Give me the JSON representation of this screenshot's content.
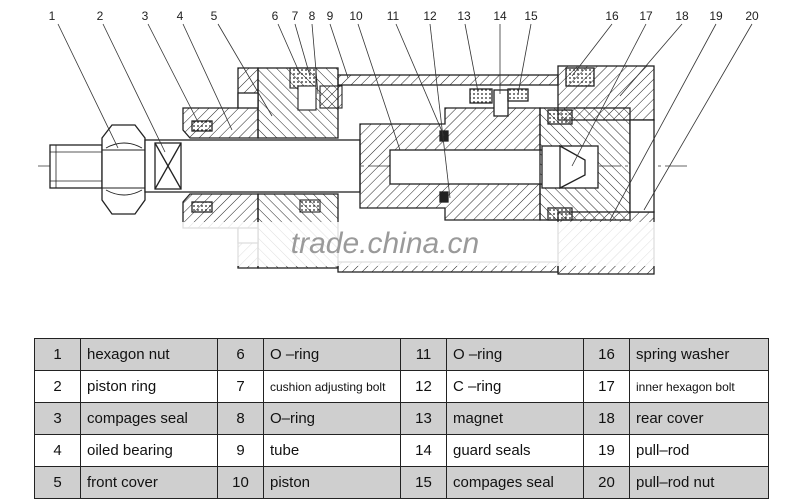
{
  "callout_numbers": [
    "1",
    "2",
    "3",
    "4",
    "5",
    "6",
    "7",
    "8",
    "9",
    "10",
    "11",
    "12",
    "13",
    "14",
    "15",
    "16",
    "17",
    "18",
    "19",
    "20"
  ],
  "watermark": "trade.china.cn",
  "parts": [
    {
      "num": "1",
      "name": "hexagon nut"
    },
    {
      "num": "2",
      "name": "piston ring"
    },
    {
      "num": "3",
      "name": "compages seal"
    },
    {
      "num": "4",
      "name": "oiled bearing"
    },
    {
      "num": "5",
      "name": "front cover"
    },
    {
      "num": "6",
      "name": "O –ring"
    },
    {
      "num": "7",
      "name": "cushion adjusting bolt"
    },
    {
      "num": "8",
      "name": "O–ring"
    },
    {
      "num": "9",
      "name": "tube"
    },
    {
      "num": "10",
      "name": "piston"
    },
    {
      "num": "11",
      "name": "O –ring"
    },
    {
      "num": "12",
      "name": "C –ring"
    },
    {
      "num": "13",
      "name": "magnet"
    },
    {
      "num": "14",
      "name": "guard seals"
    },
    {
      "num": "15",
      "name": "compages seal"
    },
    {
      "num": "16",
      "name": "spring washer"
    },
    {
      "num": "17",
      "name": "inner hexagon bolt"
    },
    {
      "num": "18",
      "name": "rear cover"
    },
    {
      "num": "19",
      "name": "pull–rod"
    },
    {
      "num": "20",
      "name": "pull–rod nut"
    }
  ]
}
